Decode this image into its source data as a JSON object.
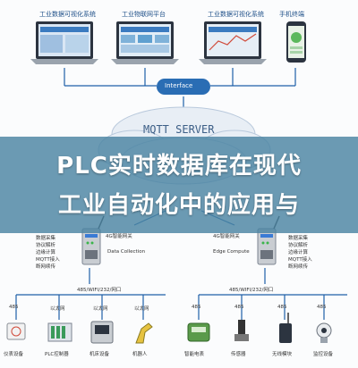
{
  "top_devices": [
    {
      "label": "工业数据可视化系统",
      "kind": "laptop"
    },
    {
      "label": "工业物联网平台",
      "kind": "laptop"
    },
    {
      "label": "工业数据可视化系统",
      "kind": "laptop"
    },
    {
      "label": "手机终端",
      "kind": "phone"
    }
  ],
  "interface": {
    "label": "Interface"
  },
  "mqtt": {
    "label": "MQTT SERVER"
  },
  "banner": {
    "line1": "PLC实时数据库在现代",
    "line2": "工业自动化中的应用与"
  },
  "gateways": [
    {
      "name": "4G智能网关",
      "caption": "Data Collection",
      "features": [
        "数据采集",
        "协议解析",
        "边缘计算",
        "MQTT接入",
        "断网续传"
      ]
    },
    {
      "name": "4G智能网关",
      "caption": "Edge Compute",
      "features": [
        "数据采集",
        "协议解析",
        "边缘计算",
        "MQTT接入",
        "断网续传"
      ]
    }
  ],
  "buses": [
    {
      "label": "485/WIFI/232/网口"
    },
    {
      "label": "485/WIFI/232/网口"
    }
  ],
  "bottom_devices": [
    {
      "port": "485",
      "label": "仪表设备"
    },
    {
      "port": "以太网",
      "label": "PLC控制器"
    },
    {
      "port": "以太网",
      "label": "机床设备"
    },
    {
      "port": "以太网",
      "label": "机器人"
    },
    {
      "port": "485",
      "label": "智能电表"
    },
    {
      "port": "485",
      "label": "传感器"
    },
    {
      "port": "485",
      "label": "无线模块"
    },
    {
      "port": "485",
      "label": "监控设备"
    }
  ],
  "colors": {
    "line": "#1f5fa8",
    "banner": "#4a84a2",
    "cloud": "#e8eef5"
  }
}
